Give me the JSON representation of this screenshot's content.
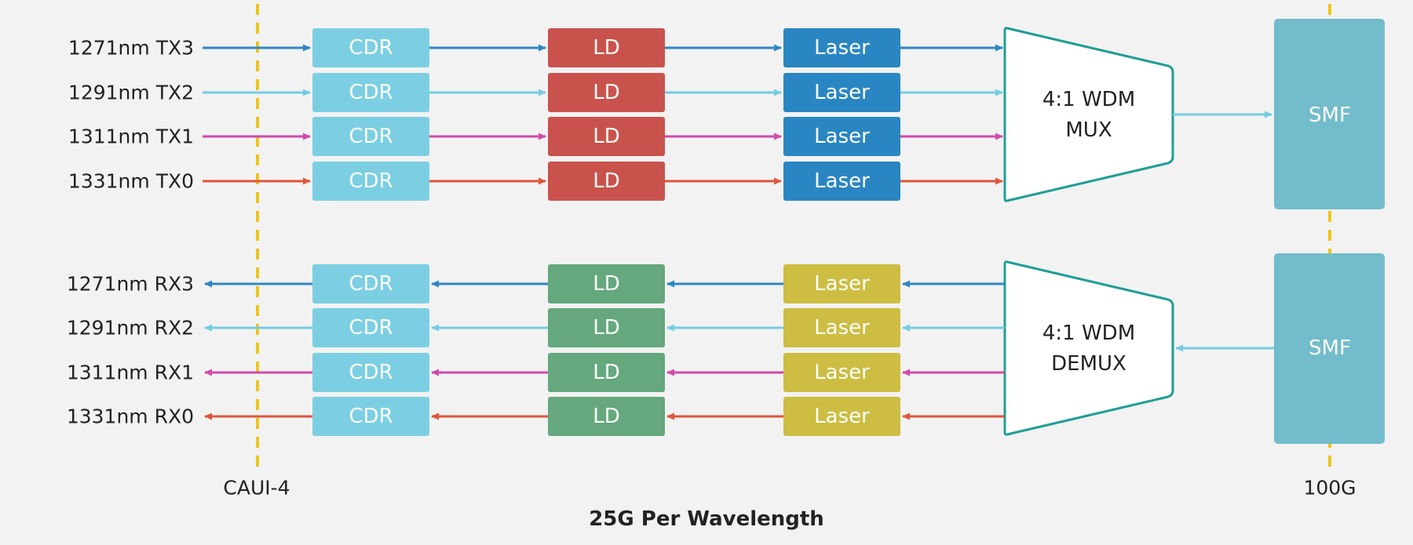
{
  "colors": {
    "background": "#f2f2f2",
    "cdr": "#7ccfe2",
    "ld_tx": "#c9534c",
    "ld_rx": "#65a87d",
    "laser_tx": "#2a86c2",
    "laser_rx": "#cdbd42",
    "smf": "#72bccb",
    "mux_stroke": "#1f9e96",
    "divider": "#f0c419",
    "line_3": "#2d86c4",
    "line_2": "#74cce3",
    "line_1": "#d04aa9",
    "line_0": "#e0553b"
  },
  "tx_lanes": [
    {
      "label": "1271nm TX3",
      "color_key": "line_3"
    },
    {
      "label": "1291nm TX2",
      "color_key": "line_2"
    },
    {
      "label": "1311nm TX1",
      "color_key": "line_1"
    },
    {
      "label": "1331nm TX0",
      "color_key": "line_0"
    }
  ],
  "rx_lanes": [
    {
      "label": "1271nm RX3",
      "color_key": "line_3"
    },
    {
      "label": "1291nm RX2",
      "color_key": "line_2"
    },
    {
      "label": "1311nm RX1",
      "color_key": "line_1"
    },
    {
      "label": "1331nm RX0",
      "color_key": "line_0"
    }
  ],
  "blocks": {
    "cdr": "CDR",
    "ld": "LD",
    "laser": "Laser",
    "smf": "SMF"
  },
  "mux": {
    "line1": "4:1 WDM",
    "line2": "MUX"
  },
  "demux": {
    "line1": "4:1 WDM",
    "line2": "DEMUX"
  },
  "labels": {
    "left_interface": "CAUI-4",
    "right_interface": "100G",
    "caption": "25G Per Wavelength"
  }
}
